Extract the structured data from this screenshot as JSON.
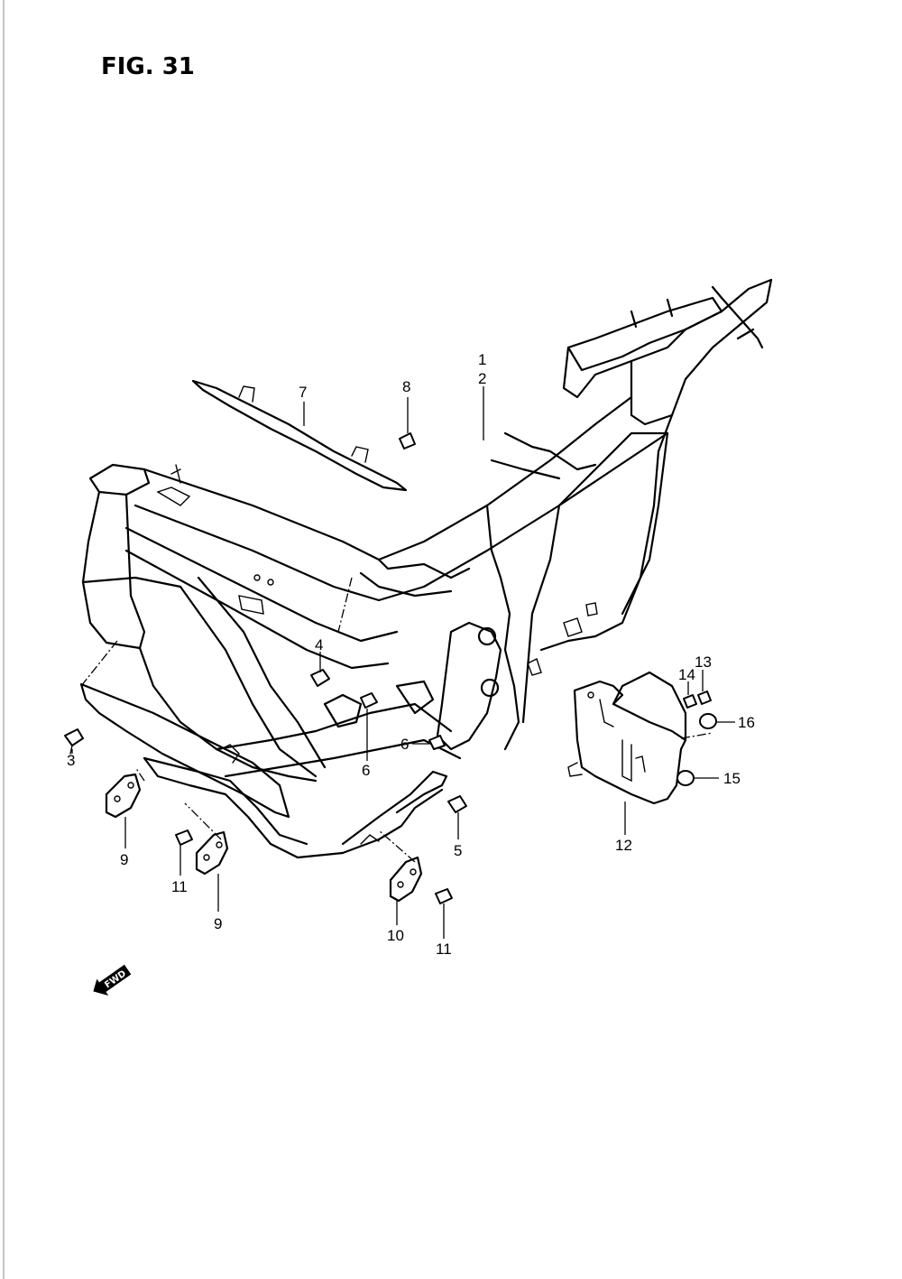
{
  "figure": {
    "title": "FIG. 31"
  },
  "callouts": [
    {
      "id": "c1",
      "label": "1"
    },
    {
      "id": "c2",
      "label": "2"
    },
    {
      "id": "c3",
      "label": "3"
    },
    {
      "id": "c4",
      "label": "4"
    },
    {
      "id": "c5",
      "label": "5"
    },
    {
      "id": "c6a",
      "label": "6"
    },
    {
      "id": "c6b",
      "label": "6"
    },
    {
      "id": "c7",
      "label": "7"
    },
    {
      "id": "c8",
      "label": "8"
    },
    {
      "id": "c9a",
      "label": "9"
    },
    {
      "id": "c9b",
      "label": "9"
    },
    {
      "id": "c10",
      "label": "10"
    },
    {
      "id": "c11a",
      "label": "11"
    },
    {
      "id": "c11b",
      "label": "11"
    },
    {
      "id": "c12",
      "label": "12"
    },
    {
      "id": "c13",
      "label": "13"
    },
    {
      "id": "c14",
      "label": "14"
    },
    {
      "id": "c15",
      "label": "15"
    },
    {
      "id": "c16",
      "label": "16"
    }
  ],
  "fwd_arrow": {
    "label": "FWD",
    "icon": "fwd-arrow-icon"
  }
}
